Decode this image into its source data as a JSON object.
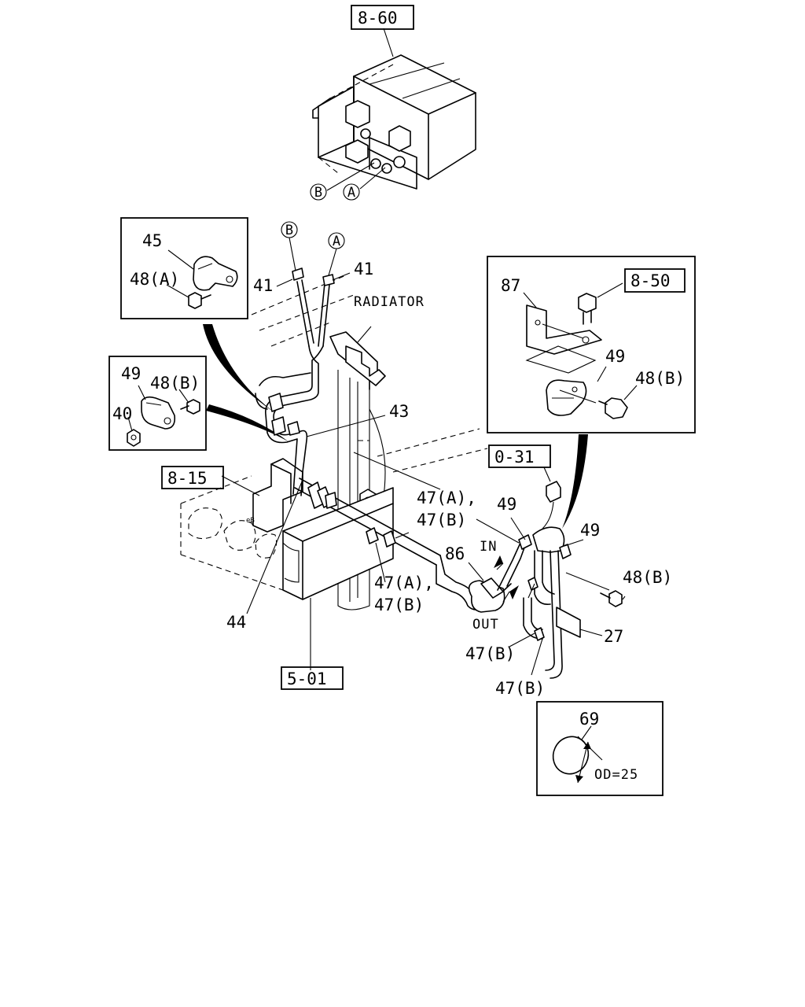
{
  "refs": {
    "r860": "8-60",
    "r850": "8-50",
    "r815": "8-15",
    "r031": "0-31",
    "r501": "5-01"
  },
  "circles": {
    "a": "A",
    "b": "B"
  },
  "labels": {
    "radiator": "RADIATOR",
    "in": "IN",
    "out": "OUT",
    "od": "OD=25"
  },
  "parts": {
    "p45": "45",
    "p48a_inset": "48(A)",
    "p49_inset": "49",
    "p48b_inset": "48(B)",
    "p40": "40",
    "p41_left": "41",
    "p41_right": "41",
    "p43": "43",
    "p44": "44",
    "p87": "87",
    "p49_box": "49",
    "p48b_box": "48(B)",
    "p47a_1": "47(A),",
    "p47b_1": "47(B)",
    "p47a_2": "47(A),",
    "p47b_2": "47(B)",
    "p49_mid": "49",
    "p49_right": "49",
    "p86": "86",
    "p48b_right": "48(B)",
    "p27": "27",
    "p47b_3": "47(B)",
    "p47b_4": "47(B)",
    "p69": "69"
  }
}
